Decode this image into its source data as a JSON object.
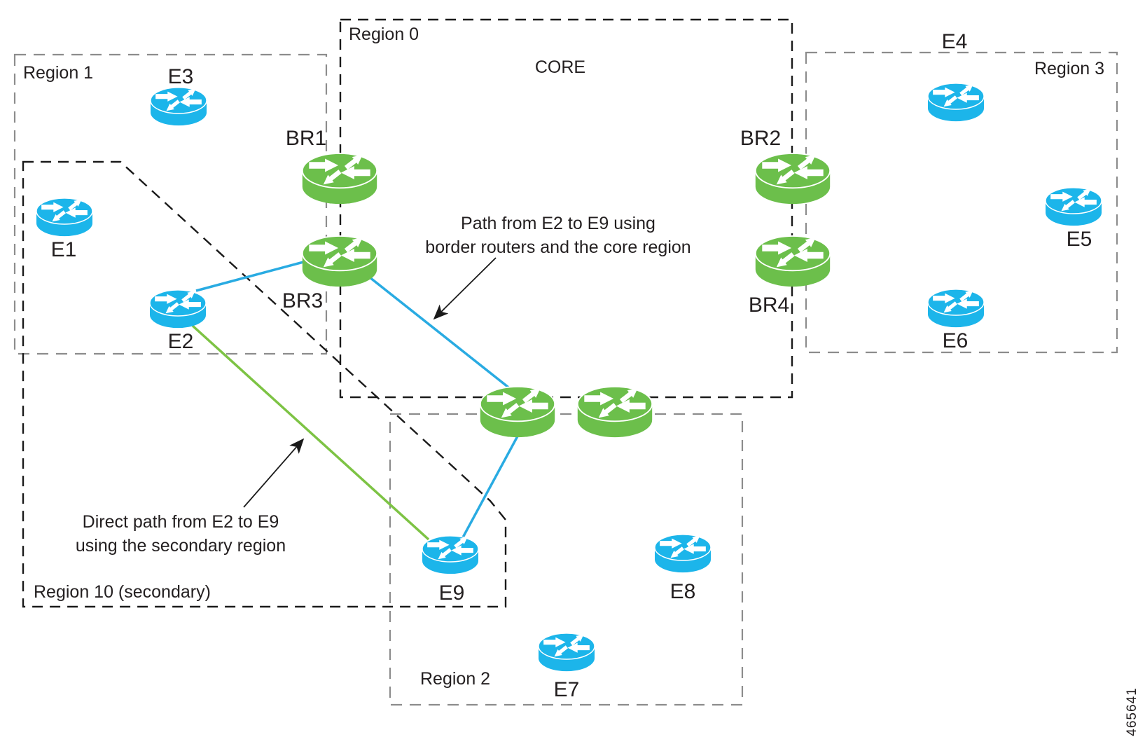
{
  "colors": {
    "edge_router": "#1CB5EA",
    "border_router": "#6CBF4B",
    "core_path_line": "#29ABE2",
    "direct_path_line": "#7DC344",
    "region_border_dark": "#1A1A1A",
    "region_border_gray": "#8C8C8C",
    "text": "#231F20"
  },
  "regions": {
    "region1": {
      "label": "Region 1"
    },
    "region0": {
      "label": "Region 0",
      "core_title": "CORE"
    },
    "region3": {
      "label": "Region 3"
    },
    "region2": {
      "label": "Region 2"
    },
    "region10": {
      "label": "Region 10 (secondary)"
    }
  },
  "routers": {
    "e1": {
      "label": "E1"
    },
    "e2": {
      "label": "E2"
    },
    "e3": {
      "label": "E3"
    },
    "e4": {
      "label": "E4"
    },
    "e5": {
      "label": "E5"
    },
    "e6": {
      "label": "E6"
    },
    "e7": {
      "label": "E7"
    },
    "e8": {
      "label": "E8"
    },
    "e9": {
      "label": "E9"
    },
    "br1": {
      "label": "BR1"
    },
    "br2": {
      "label": "BR2"
    },
    "br3": {
      "label": "BR3"
    },
    "br4": {
      "label": "BR4"
    }
  },
  "annotations": {
    "core_path": {
      "line1": "Path from E2 to E9 using",
      "line2": "border routers and the core region"
    },
    "direct_path": {
      "line1": "Direct path from E2 to E9",
      "line2": "using the secondary region"
    }
  },
  "figure_id": "465641"
}
